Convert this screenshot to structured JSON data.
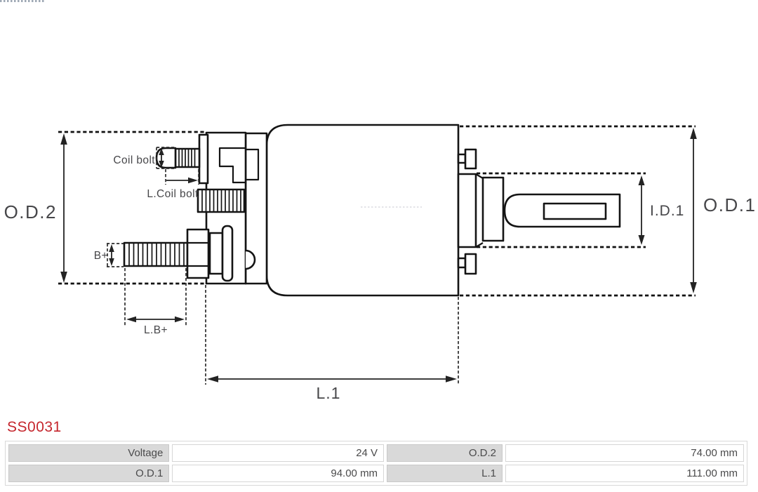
{
  "product": {
    "code": "SS0031"
  },
  "colors": {
    "accent_red": "#c5262d",
    "drawing_line": "#141414",
    "label_text": "#47474a",
    "table_label_bg": "#d9d9d9",
    "table_text": "#4a4a4b"
  },
  "diagram": {
    "labels": {
      "od2": "O.D.2",
      "od1": "O.D.1",
      "id1": "I.D.1",
      "l1": "L.1",
      "coil_bolt": "Coil bolt",
      "l_coil_bolt": "L.Coil bolt",
      "b_plus": "B+",
      "l_b_plus": "L.B+"
    }
  },
  "spec_table": {
    "rows": [
      {
        "cells": [
          {
            "label": "Voltage",
            "value": "24 V"
          },
          {
            "label": "O.D.2",
            "value": "74.00 mm"
          }
        ]
      },
      {
        "cells": [
          {
            "label": "O.D.1",
            "value": "94.00 mm"
          },
          {
            "label": "L.1",
            "value": "111.00 mm"
          }
        ]
      }
    ]
  }
}
